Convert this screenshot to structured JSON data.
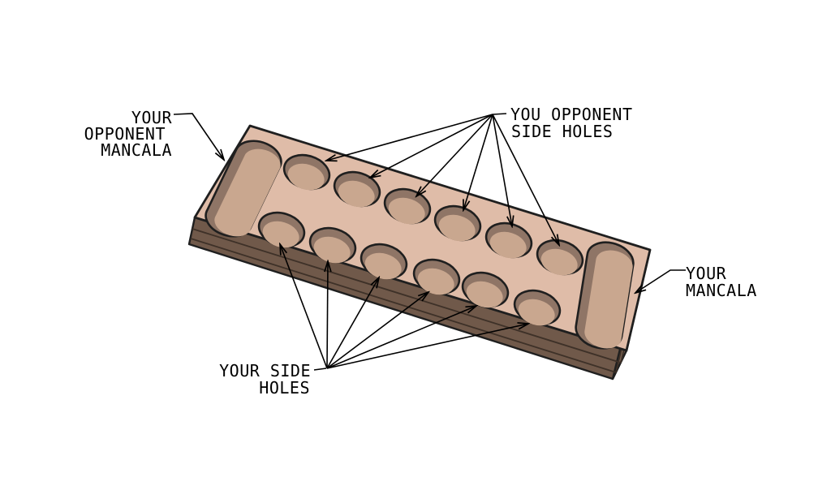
{
  "diagram": {
    "subject": "mancala-board",
    "opponent_hole_count": 6,
    "player_hole_count": 6,
    "mancala_count": 2
  },
  "labels": {
    "opponent_mancala": {
      "lines": [
        "YOUR",
        "OPPONENT",
        "MANCALA"
      ]
    },
    "opponent_side_holes": {
      "lines": [
        "YOU OPPONENT",
        "SIDE HOLES"
      ]
    },
    "your_side_holes": {
      "lines": [
        "YOUR SIDE",
        "HOLES"
      ]
    },
    "your_mancala": {
      "lines": [
        "YOUR",
        "MANCALA"
      ]
    }
  },
  "colors": {
    "background": "#ffffff",
    "board_top": "#dfbca8",
    "board_side_front": "#70594a",
    "board_side_right": "#7d6555",
    "lamination": "#3e3128",
    "hole_wall": "#8f7566",
    "hole_floor": "#c9a78f",
    "outline": "#1f1f1f",
    "leader": "#000000",
    "label_text": "#000000"
  }
}
